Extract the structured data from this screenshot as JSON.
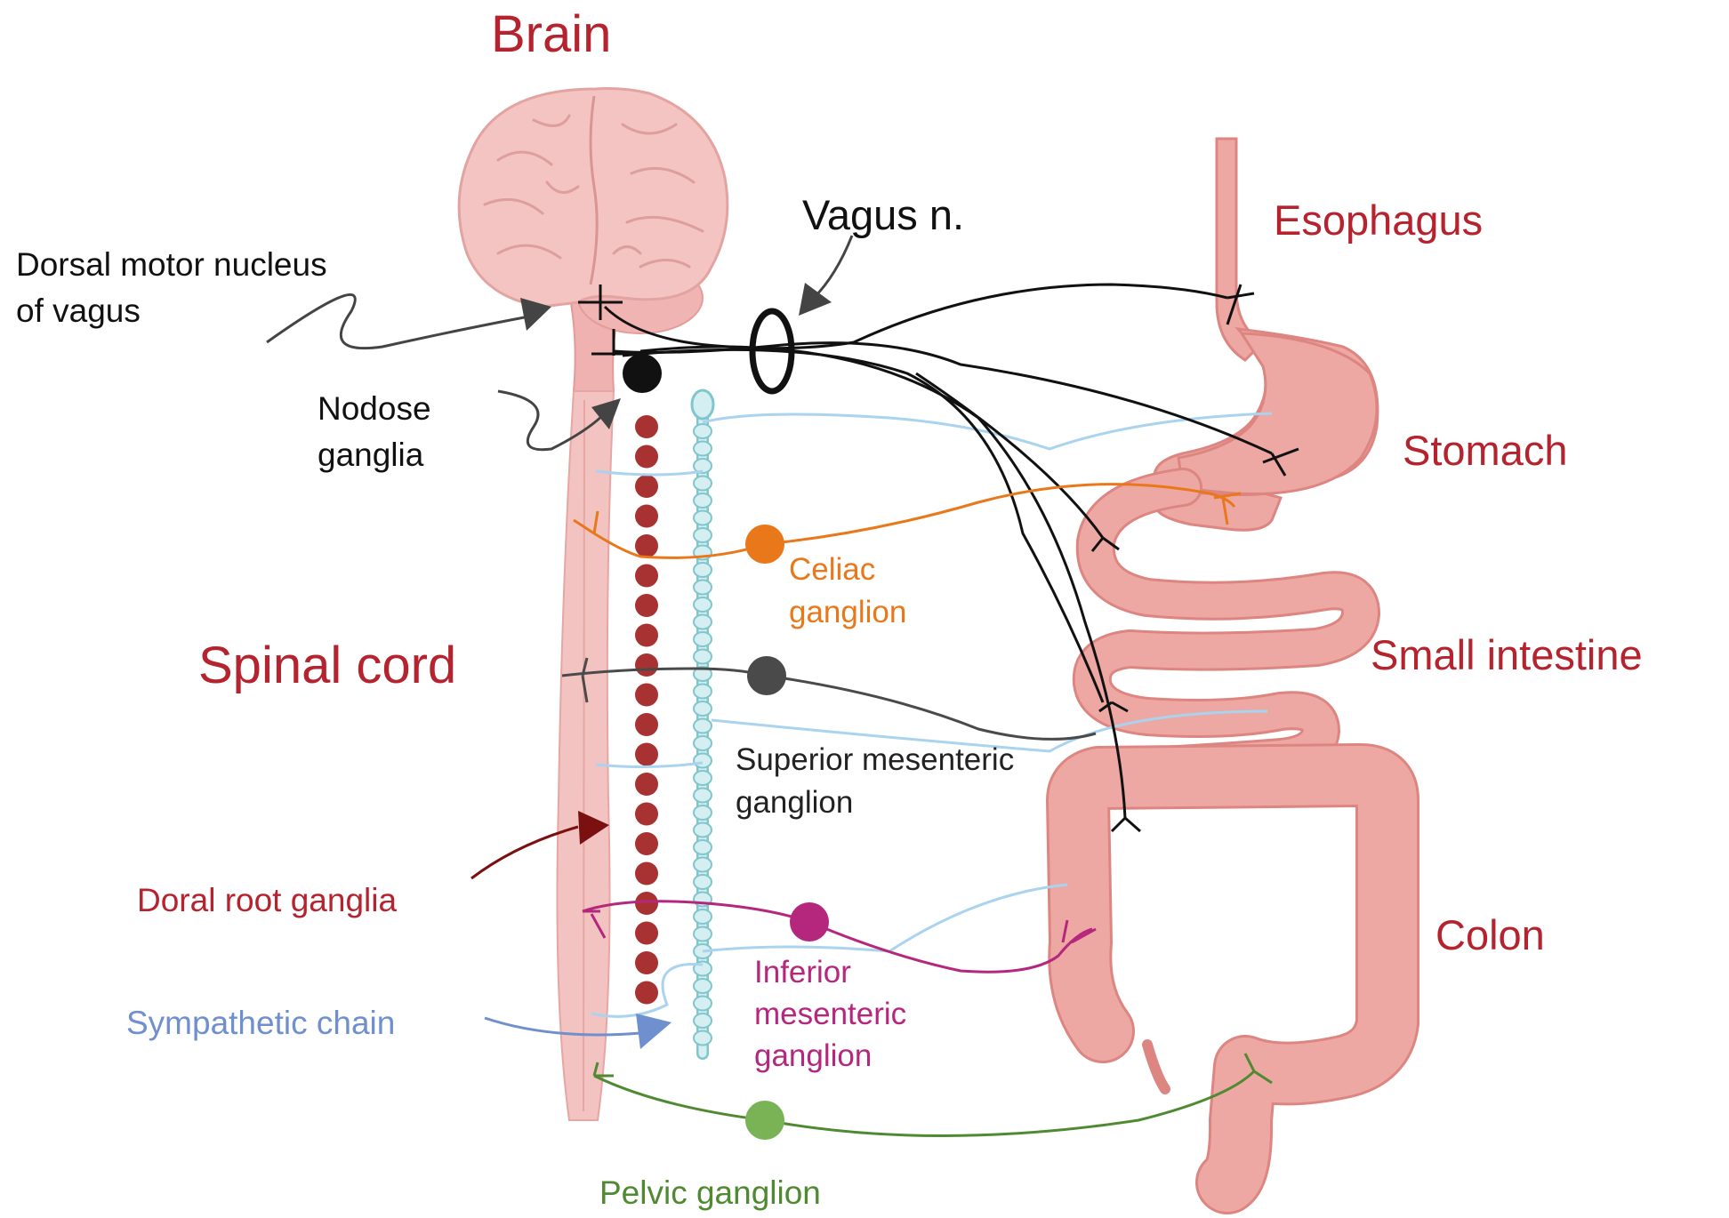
{
  "labels": {
    "brain": "Brain",
    "spinal_cord": "Spinal cord",
    "vagus": "Vagus n.",
    "dmnv_line1": "Dorsal motor nucleus",
    "dmnv_line2": "of vagus",
    "nodose_line1": "Nodose",
    "nodose_line2": "ganglia",
    "drg": "Doral root ganglia",
    "sympathetic_chain": "Sympathetic chain",
    "celiac_line1": "Celiac",
    "celiac_line2": "ganglion",
    "sup_mes_line1": "Superior mesenteric",
    "sup_mes_line2": "ganglion",
    "inf_mes_line1": "Inferior",
    "inf_mes_line2": "mesenteric",
    "inf_mes_line3": "ganglion",
    "pelvic": "Pelvic ganglion",
    "esophagus": "Esophagus",
    "stomach": "Stomach",
    "small_intestine": "Small intestine",
    "colon": "Colon"
  },
  "colors": {
    "organ_label": "#b5232e",
    "black_text": "#111111",
    "vagal": "#111111",
    "celiac": "#e8781a",
    "superior_mesenteric": "#4a4a4a",
    "inferior_mesenteric": "#b5267d",
    "pelvic": "#4f8a32",
    "pelvic_node": "#79b356",
    "sympathetic": "#a9d3ee",
    "sympathetic_label": "#6f8fcf",
    "drg_label": "#b5232e",
    "drg_dots": "#a83232",
    "organ_fill": "#eda8a3",
    "organ_stroke": "#dd8580",
    "brain_fill": "#f4c4c2",
    "chain_fill": "#d5eef1",
    "chain_stroke": "#7fc6cd"
  }
}
